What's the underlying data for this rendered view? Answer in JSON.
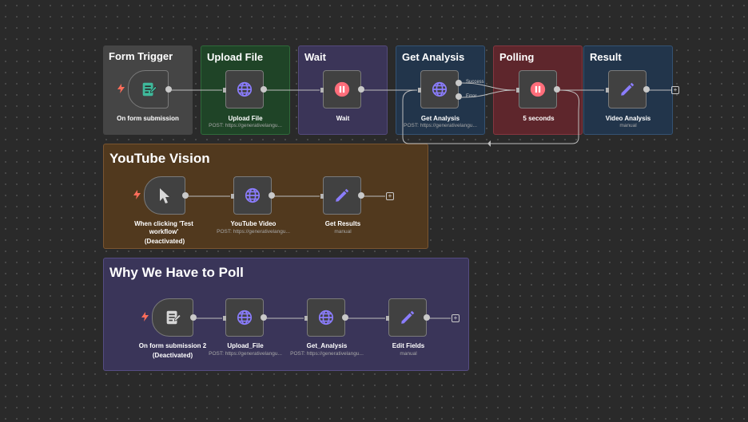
{
  "colors": {
    "canvas": "#2a2a2a",
    "sticky_gray": "#454545",
    "sticky_green": "#1f4427",
    "sticky_purple": "#3b3558",
    "sticky_blue": "#22354b",
    "sticky_red": "#5e262c",
    "sticky_brown": "#51391e",
    "sticky_indigo": "#3a3559",
    "icon_accent": "#8b7dff",
    "trigger_bolt": "#ff6d5a"
  },
  "stickies": {
    "form_trigger": "Form Trigger",
    "upload_file": "Upload File",
    "wait": "Wait",
    "get_analysis": "Get Analysis",
    "polling": "Polling",
    "result": "Result",
    "youtube_vision": "YouTube Vision",
    "why_poll": "Why We Have to Poll"
  },
  "nodes": {
    "on_form_submission": {
      "label": "On form submission",
      "icon": "form-icon"
    },
    "upload_file": {
      "label": "Upload File",
      "sub": "POST: https://generativelangu...",
      "icon": "globe-icon"
    },
    "wait": {
      "label": "Wait",
      "icon": "pause-icon"
    },
    "get_analysis": {
      "label": "Get Analysis",
      "sub": "POST: https://generativelangu...",
      "icon": "globe-icon",
      "branch_success": "Success",
      "branch_error": "Error"
    },
    "five_seconds": {
      "label": "5 seconds",
      "icon": "pause-icon"
    },
    "video_analysis": {
      "label": "Video Analysis",
      "sub": "manual",
      "icon": "pencil-icon"
    },
    "when_clicking": {
      "label": "When clicking 'Test workflow'",
      "status": "(Deactivated)",
      "icon": "cursor-icon"
    },
    "youtube_video": {
      "label": "YouTube Video",
      "sub": "POST: https://generativelangu...",
      "icon": "globe-icon"
    },
    "get_results": {
      "label": "Get Results",
      "sub": "manual",
      "icon": "pencil-icon"
    },
    "on_form_submission_2": {
      "label": "On form submission 2",
      "status": "(Deactivated)",
      "icon": "form-icon"
    },
    "upload_file_2": {
      "label": "Upload_File",
      "sub": "POST: https://generativelangu...",
      "icon": "globe-icon"
    },
    "get_analysis_2": {
      "label": "Get_Analysis",
      "sub": "POST: https://generativelangu...",
      "icon": "globe-icon"
    },
    "edit_fields": {
      "label": "Edit Fields",
      "sub": "manual",
      "icon": "pencil-icon"
    }
  }
}
